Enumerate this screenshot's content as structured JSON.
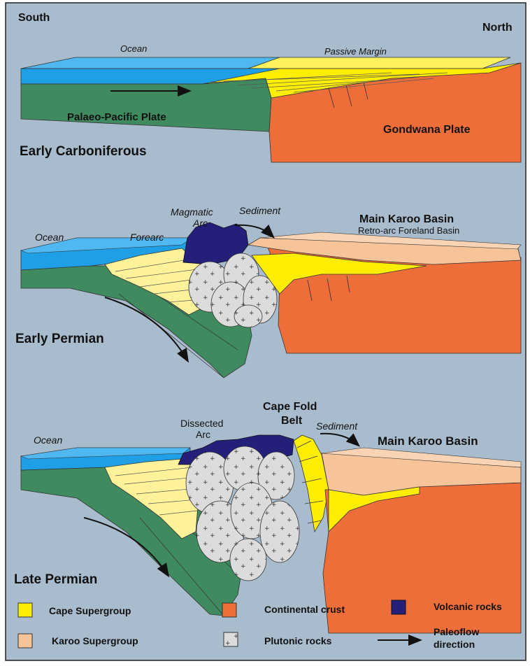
{
  "orientation": {
    "left": "South",
    "right": "North"
  },
  "panels": {
    "early_carboniferous": {
      "title": "Early Carboniferous",
      "ocean": "Ocean",
      "passive_margin": "Passive Margin",
      "palaeo_plate": "Palaeo-Pacific Plate",
      "gondwana_plate": "Gondwana Plate"
    },
    "early_permian": {
      "title": "Early Permian",
      "ocean": "Ocean",
      "forearc": "Forearc",
      "magmatic_arc_1": "Magmatic",
      "magmatic_arc_2": "Arc",
      "sediment": "Sediment",
      "main_karoo_basin": "Main Karoo Basin",
      "retro_arc": "Retro-arc Foreland Basin"
    },
    "late_permian": {
      "title": "Late Permian",
      "ocean": "Ocean",
      "dissected_arc_1": "Dissected",
      "dissected_arc_2": "Arc",
      "cape_fold_1": "Cape Fold",
      "cape_fold_2": "Belt",
      "sediment": "Sediment",
      "main_karoo_basin": "Main Karoo Basin"
    }
  },
  "legend": {
    "cape_supergroup": "Cape Supergroup",
    "karoo_supergroup": "Karoo Supergroup",
    "continental_crust": "Continental crust",
    "plutonic_rocks": "Plutonic rocks",
    "volcanic_rocks": "Volcanic rocks",
    "paleoflow_1": "Paleoflow",
    "paleoflow_2": "direction"
  },
  "colors": {
    "background": "#a9bccd",
    "ocean": "#1e9fe6",
    "oceanic_plate": "#3f8a5f",
    "cape_supergroup": "#ffee00",
    "cape_pale": "#fff29a",
    "karoo_supergroup": "#f7c49a",
    "continental_crust": "#ee6e3a",
    "plutonic": "#dcdcdc",
    "volcanic": "#24207a"
  }
}
